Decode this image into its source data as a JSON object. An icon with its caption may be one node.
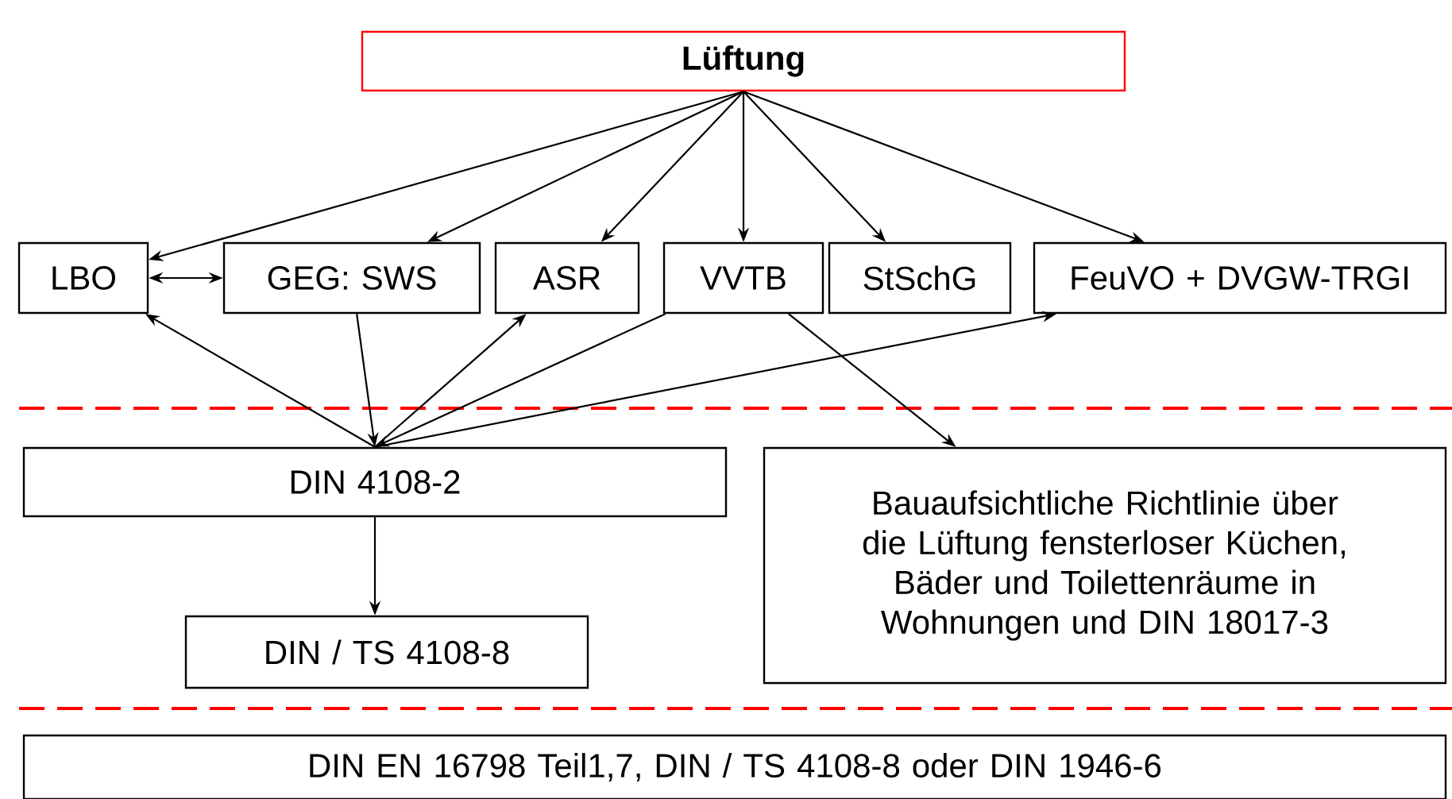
{
  "diagram": {
    "nodes": [
      {
        "text": [
          "Lüftung"
        ]
      },
      {
        "text": [
          "LBO"
        ]
      },
      {
        "text": [
          "GEG: SWS"
        ]
      },
      {
        "text": [
          "ASR"
        ]
      },
      {
        "text": [
          "VVTB"
        ]
      },
      {
        "text": [
          "StSchG"
        ]
      },
      {
        "text": [
          "FeuVO + DVGW-TRGI"
        ]
      },
      {
        "text": [
          "DIN 4108-2"
        ]
      },
      {
        "text": [
          "Bauaufsichtliche Richtlinie über die Lüftung fensterloser Küchen, Bäder und Toilettenräume in Wohnungen und DIN 18017-3"
        ]
      },
      {
        "text": [
          "DIN / TS 4108-8"
        ]
      },
      {
        "text": [
          "DIN EN 16798 Teil1,7, DIN / TS 4108-8 oder DIN 1946-6"
        ]
      }
    ],
    "edges": [
      {
        "from": 0,
        "to": 1,
        "arrow": "to"
      },
      {
        "from": 0,
        "to": 2,
        "arrow": "to"
      },
      {
        "from": 0,
        "to": 3,
        "arrow": "to"
      },
      {
        "from": 0,
        "to": 4,
        "arrow": "to"
      },
      {
        "from": 0,
        "to": 5,
        "arrow": "to"
      },
      {
        "from": 0,
        "to": 6,
        "arrow": "to"
      },
      {
        "from": 1,
        "to": 2,
        "arrow": "both"
      },
      {
        "from": 7,
        "to": 1,
        "arrow": "to"
      },
      {
        "from": 2,
        "to": 7,
        "arrow": "to"
      },
      {
        "from": 7,
        "to": 3,
        "arrow": "to"
      },
      {
        "from": 4,
        "to": 7,
        "arrow": "to"
      },
      {
        "from": 7,
        "to": 6,
        "arrow": "to"
      },
      {
        "from": 4,
        "to": 8,
        "arrow": "to"
      },
      {
        "from": 7,
        "to": 9,
        "arrow": "to"
      }
    ]
  }
}
